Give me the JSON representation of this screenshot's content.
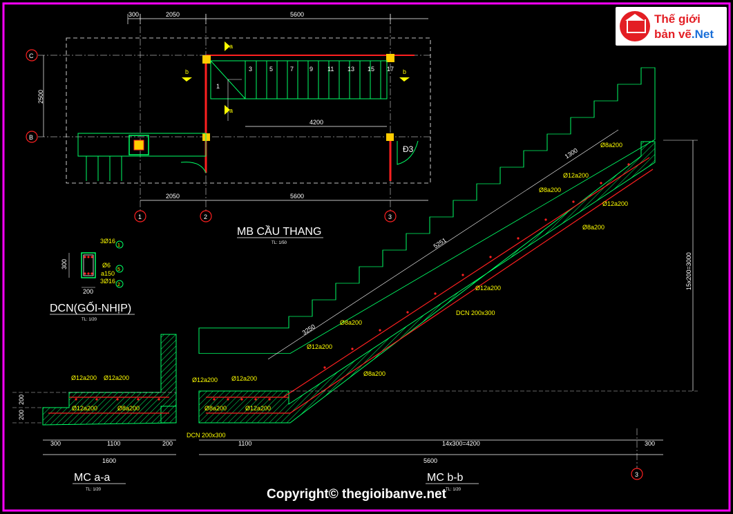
{
  "plan": {
    "top_dims": [
      "300",
      "2050",
      "5600"
    ],
    "bottom_dims": [
      "2050",
      "5600"
    ],
    "side_dim": "2500",
    "grid_rows": [
      "C",
      "B"
    ],
    "grid_cols": [
      "1",
      "2",
      "3"
    ],
    "steps": [
      "1",
      "3",
      "5",
      "7",
      "9",
      "11",
      "13",
      "15",
      "17"
    ],
    "run_dim": "4200",
    "door": "Đ3",
    "cut_a": "a",
    "cut_b": "b",
    "title": "MB CẦU THANG",
    "scale": "TL: 1/50"
  },
  "beam_detail": {
    "labels": [
      "3Ø16",
      "Ø6",
      "a150",
      "3Ø16"
    ],
    "markers": [
      "1",
      "5",
      "2"
    ],
    "height": "300",
    "width": "200",
    "title": "DCN(GỐI-NHỊP)",
    "scale": "TL: 1/20"
  },
  "section_aa": {
    "rebar": [
      "Ø12a200",
      "Ø12a200",
      "Ø12a200",
      "Ø8a200"
    ],
    "beam": "DCN 200x300",
    "dims": [
      "300",
      "1100",
      "200"
    ],
    "total": "1600",
    "levels": [
      "200",
      "200"
    ],
    "title": "MC a-a",
    "scale": "TL: 1/20"
  },
  "section_bb": {
    "rebar": [
      "Ø12a200",
      "Ø12a200",
      "Ø8a200",
      "Ø12a200",
      "Ø8a200",
      "Ø12a200",
      "Ø8a200",
      "Ø12a200",
      "Ø8a200",
      "Ø12a200",
      "Ø8a200",
      "Ø12a200",
      "Ø8a200"
    ],
    "beam": "DCN 200x300",
    "dims": [
      "1100",
      "14x300=4200",
      "300"
    ],
    "total": "5600",
    "slope_dims": [
      "1300",
      "5251",
      "3250"
    ],
    "height_dim": "15x200=3000",
    "grid": "3",
    "title": "MC b-b",
    "scale": "TL: 1/20"
  },
  "logo": {
    "line1": "Thế giới",
    "line2": "bản vẽ",
    "line3": ".Net"
  },
  "copyright": "Copyright© thegioibanve.net",
  "colors": {
    "frame": "#ff00ff",
    "wall": "#ff2020",
    "stair": "#00ff66",
    "text": "#ffff00",
    "dim": "#ffffff",
    "column": "#ffcc00"
  }
}
